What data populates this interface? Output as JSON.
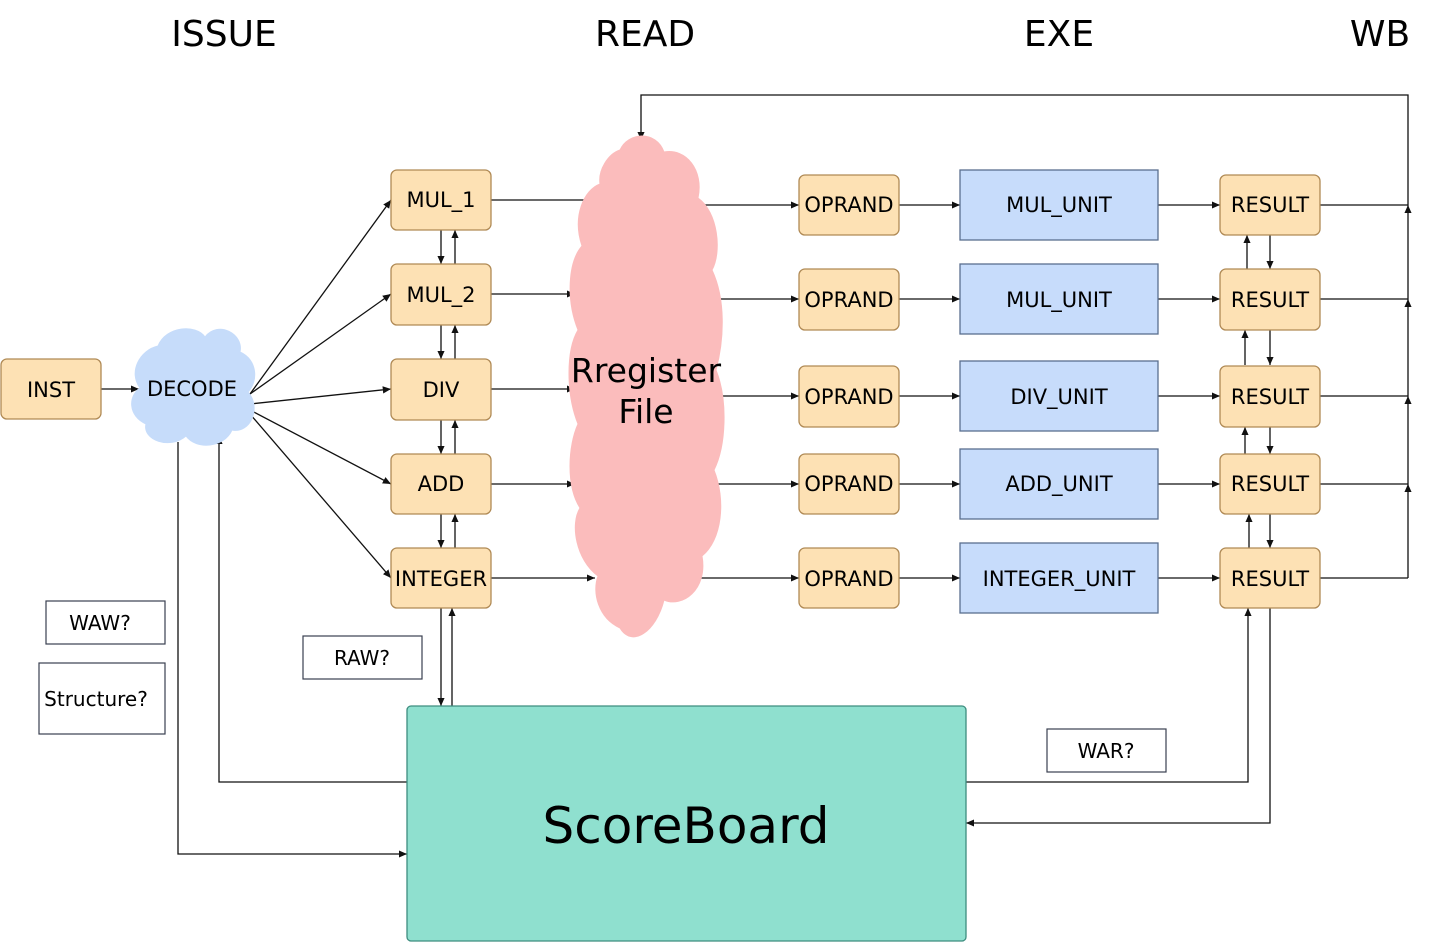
{
  "stages": {
    "issue": "ISSUE",
    "read": "READ",
    "exe": "EXE",
    "wb": "WB"
  },
  "inst": "INST",
  "decode": "DECODE",
  "issue_slots": {
    "mul1": "MUL_1",
    "mul2": "MUL_2",
    "div": "DIV",
    "add": "ADD",
    "integer": "INTEGER"
  },
  "register_file": {
    "line1": "Rregister",
    "line2": "File"
  },
  "oprand": {
    "row1": "OPRAND",
    "row2": "OPRAND",
    "row3": "OPRAND",
    "row4": "OPRAND",
    "row5": "OPRAND"
  },
  "units": {
    "row1": "MUL_UNIT",
    "row2": "MUL_UNIT",
    "row3": "DIV_UNIT",
    "row4": "ADD_UNIT",
    "row5": "INTEGER_UNIT"
  },
  "result": {
    "row1": "RESULT",
    "row2": "RESULT",
    "row3": "RESULT",
    "row4": "RESULT",
    "row5": "RESULT"
  },
  "hazards": {
    "waw": "WAW?",
    "structure": "Structure?",
    "raw": "RAW?",
    "war": "WAR?"
  },
  "scoreboard": "ScoreBoard",
  "colors": {
    "orange_box": "#fde1b4",
    "orange_border": "#b08a55",
    "blue_box": "#c7dcfb",
    "blue_border": "#5a6f8f",
    "cloud_blue": "#c6dcfa",
    "cloud_pink": "#fbbcbc",
    "scoreboard": "#8fe0cf",
    "scoreboard_border": "#3d8d7f",
    "line": "#111111"
  }
}
